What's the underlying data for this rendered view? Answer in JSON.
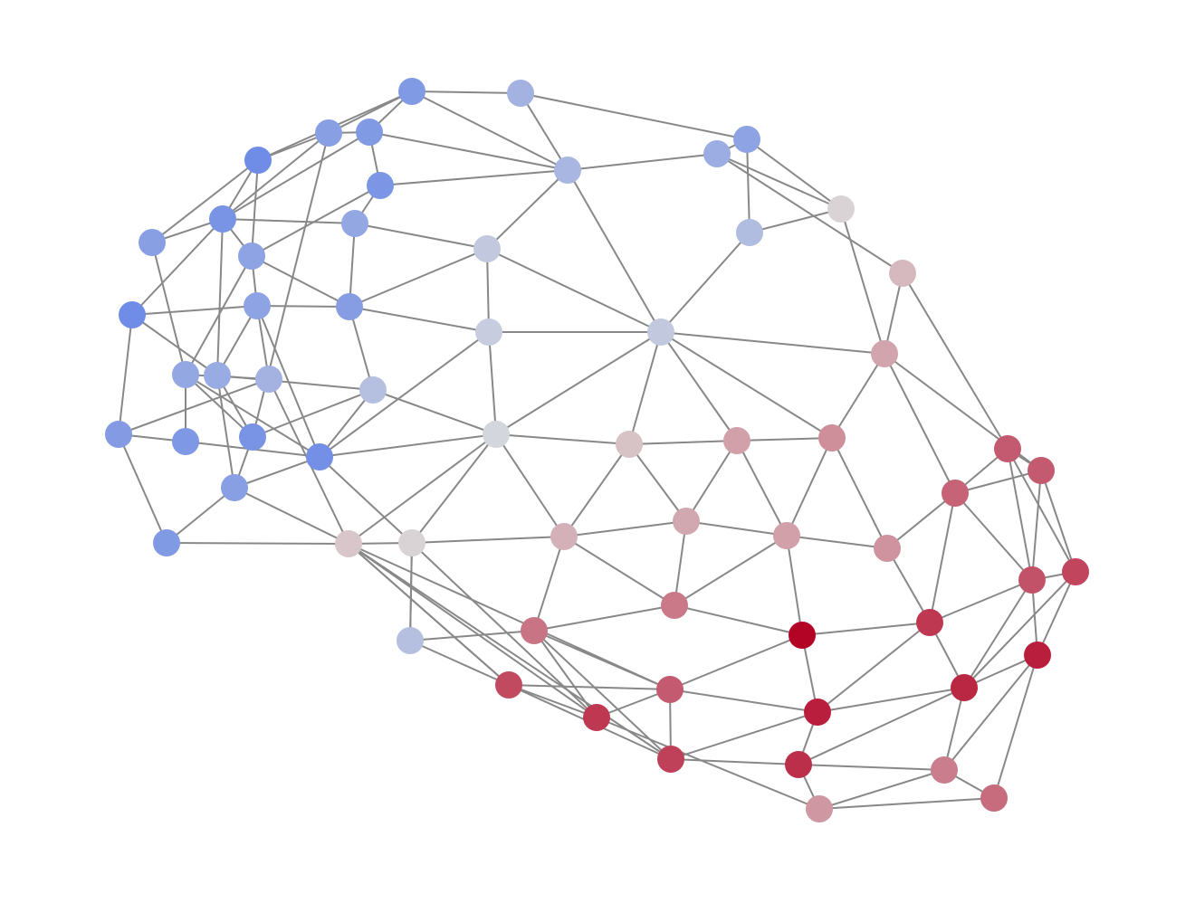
{
  "graph": {
    "edge_color": "#888888",
    "color_scale": [
      "#5a7de8",
      "#dcdcdc",
      "#b40426"
    ],
    "node_count": 64,
    "node_values": [
      0.15,
      0.28,
      0.18,
      0.15,
      0.08,
      0.13,
      0.22,
      0.3,
      0.4,
      0.42,
      0.47,
      0.52,
      0.55,
      0.18,
      0.12,
      0.2,
      0.08,
      0.2,
      0.17,
      0.22,
      0.24,
      0.28,
      0.35,
      0.16,
      0.14,
      0.12,
      0.1,
      0.18,
      0.15,
      0.25,
      0.2,
      0.33,
      0.4,
      0.52,
      0.58,
      0.63,
      0.68,
      0.64,
      0.56,
      0.6,
      0.62,
      0.64,
      0.67,
      0.73,
      0.78,
      0.8,
      0.8,
      0.82,
      0.85,
      0.88,
      0.94,
      0.92,
      1.0,
      0.94,
      0.9,
      0.66,
      0.72,
      0.76,
      0.8,
      0.86,
      0.88,
      0.74,
      0.84,
      0.35
    ]
  }
}
